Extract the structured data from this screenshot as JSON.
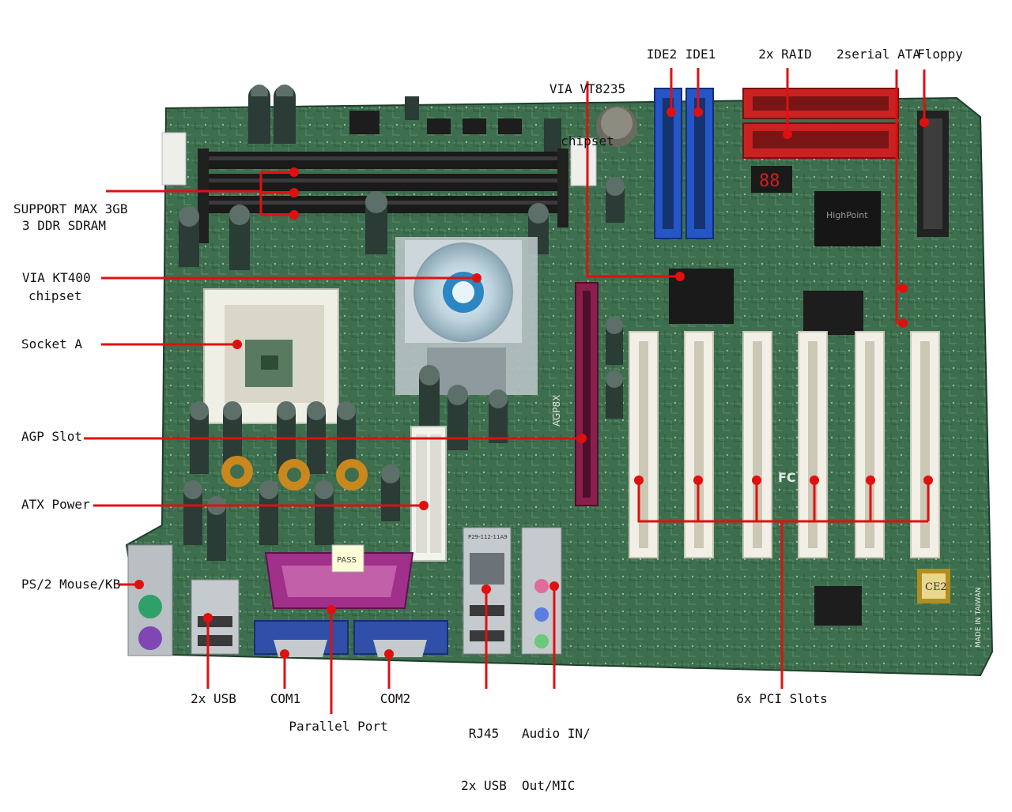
{
  "colors": {
    "pcb": "#3d6e4e",
    "pcb_dark": "#24492f",
    "callout": "#e01010",
    "ram": "#1a1a1a",
    "ide": "#2456c8",
    "raid": "#c82222",
    "agp": "#8a1f4e",
    "pci": "#f2f0e6",
    "parallel": "#a0308a",
    "serial": "#2f4fa8"
  },
  "labels": {
    "via_vt8235": [
      "VIA VT8235",
      "chipset"
    ],
    "ide2": "IDE2",
    "ide1": "IDE1",
    "raid": "2x RAID",
    "sata": "2serial ATA",
    "floppy": "Floppy",
    "ddr": [
      "3 DDR SDRAM",
      "SUPPORT MAX 3GB"
    ],
    "kt400": [
      "VIA KT400",
      "chipset"
    ],
    "socket": "Socket A",
    "agp": "AGP Slot",
    "atx": "ATX Power",
    "ps2": "PS/2 Mouse/KB",
    "usb2x": "2x USB",
    "com1": "COM1",
    "parallel": "Parallel Port",
    "com2": "COM2",
    "rj45": [
      "RJ45",
      "2x USB"
    ],
    "audio": [
      "Audio IN/",
      "Out/MIC"
    ],
    "pci": "6x PCI Slots"
  },
  "board_text": {
    "agp_silk": "AGP8X",
    "highpoint": "HighPoint",
    "ce_mark": "CE2",
    "fc_mark": "FC",
    "jack_label": "P29-112-11A9",
    "pass_sticker": "PASS",
    "made_in": "MADE IN TAIWAN"
  },
  "icons": {
    "fan": "cpu-fan-icon",
    "ps2": "ps2-port-icon"
  }
}
